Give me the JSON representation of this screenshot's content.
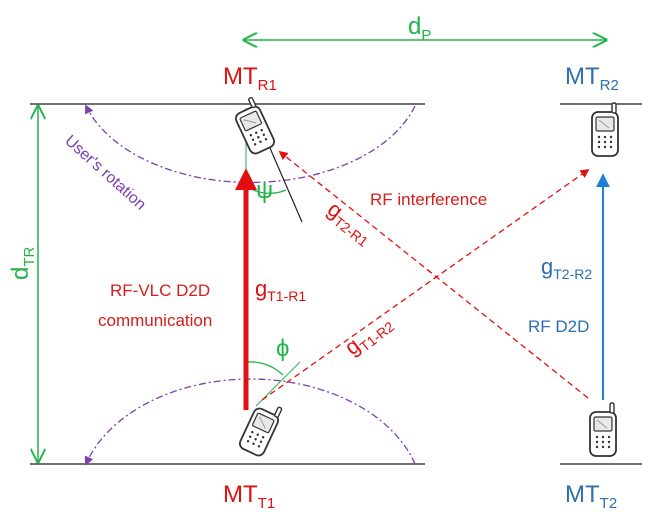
{
  "colors": {
    "red": "#e01010",
    "green": "#22b34c",
    "blue": "#2f6fb0",
    "purple": "#7a3fb0",
    "line": "#404040"
  },
  "labels": {
    "d_p": {
      "main": "d",
      "sub": "P"
    },
    "d_tr": {
      "main": "d",
      "sub": "TR"
    },
    "mt_r1": {
      "main": "MT",
      "sub": "R1"
    },
    "mt_r2": {
      "main": "MT",
      "sub": "R2"
    },
    "mt_t1": {
      "main": "MT",
      "sub": "T1"
    },
    "mt_t2": {
      "main": "MT",
      "sub": "T2"
    },
    "g_t1_r1": {
      "main": "g",
      "sub": "T1-R1"
    },
    "g_t2_r1": {
      "main": "g",
      "sub": "T2-R1"
    },
    "g_t1_r2": {
      "main": "g",
      "sub": "T1-R2"
    },
    "g_t2_r2": {
      "main": "g",
      "sub": "T2-R2"
    },
    "psi": "ψ",
    "phi": "ϕ",
    "rf_interference": "RF interference",
    "rf_vlc_line1": "RF-VLC D2D",
    "rf_vlc_line2": "communication",
    "rf_d2d": "RF D2D",
    "users_rotation": "User's rotation"
  },
  "icons": [
    "mobile-phone-icon"
  ]
}
